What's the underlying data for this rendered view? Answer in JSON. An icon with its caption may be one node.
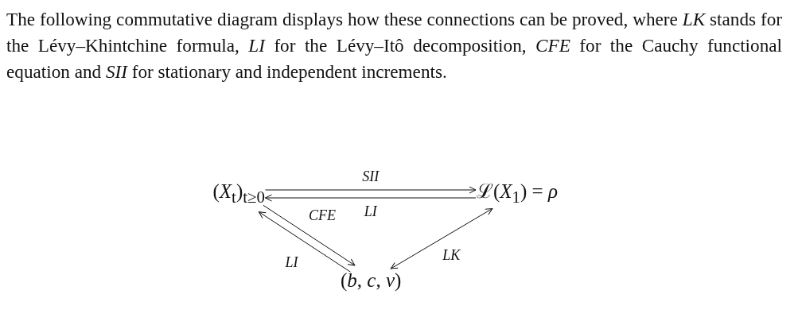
{
  "diagram": {
    "nodes": [
      {
        "text": [
          "(*X*$_{t}$)$_{t≥0}$"
        ]
      },
      {
        "text": [
          "ℒ(*X*$_{1}$) = *ρ*"
        ]
      },
      {
        "text": [
          "(*b*, *c*, *ν*)"
        ]
      }
    ],
    "edges": [
      {
        "from": 0,
        "to": 1,
        "arrow": "to",
        "label": "SII"
      },
      {
        "from": 1,
        "to": 0,
        "arrow": "to",
        "label": "LI"
      },
      {
        "from": 0,
        "to": 2,
        "arrow": "to",
        "label": "CFE"
      },
      {
        "from": 2,
        "to": 0,
        "arrow": "to",
        "label": "LI"
      },
      {
        "from": 2,
        "to": 1,
        "arrow": "both",
        "label": "LK"
      }
    ],
    "labels": [
      "The following commutative diagram displays how these connections can be proved, where *LK* stands for the Lévy–Khintchine formula, *LI* for the Lévy–Itô decomposition, *CFE* for the Cauchy functional equation and *SII* for stationary and independent increments."
    ]
  }
}
